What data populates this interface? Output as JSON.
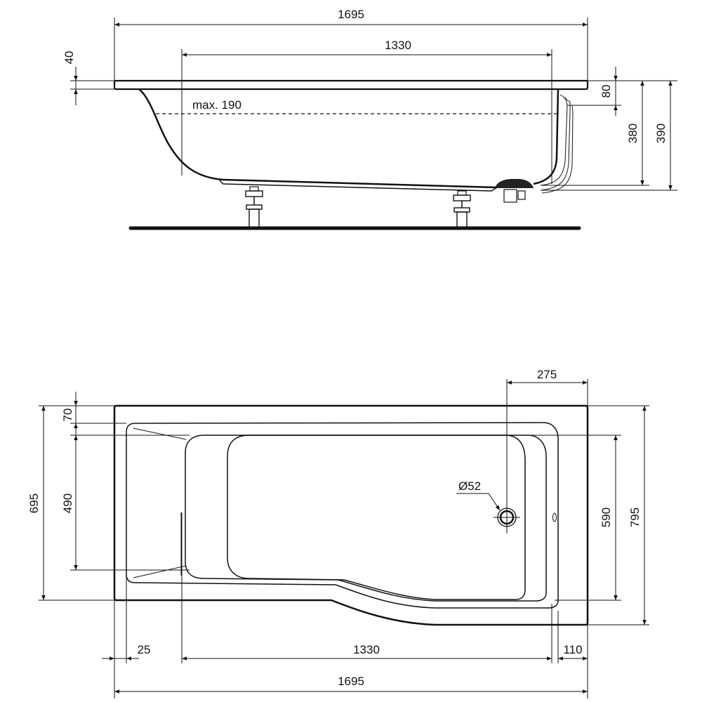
{
  "side_view": {
    "overall_length": "1695",
    "inner_length": "1330",
    "rim_thickness": "40",
    "overflow_height": "80",
    "depth_inner": "380",
    "depth_total": "390",
    "water_level_label": "max. 190"
  },
  "plan_view": {
    "drain_offset": "275",
    "drain_diameter": "Ø52",
    "rim_front": "70",
    "width_narrow": "695",
    "inner_width_narrow": "490",
    "inner_width_wide": "590",
    "width_wide": "795",
    "rim_left": "25",
    "inner_length": "1330",
    "rim_right": "110",
    "overall_length": "1695"
  }
}
